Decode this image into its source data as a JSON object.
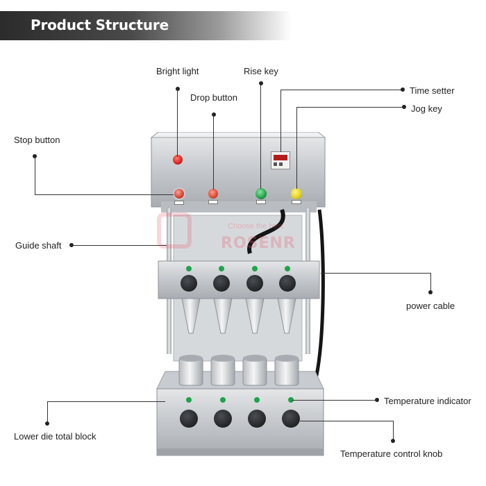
{
  "header": {
    "title": "Product Structure"
  },
  "labels": {
    "bright_light": "Bright light",
    "rise_key": "Rise key",
    "drop_button": "Drop button",
    "time_setter": "Time setter",
    "jog_key": "Jog key",
    "stop_button": "Stop button",
    "guide_shaft": "Guide shaft",
    "power_cable": "power cable",
    "temperature_indicator": "Temperature indicator",
    "lower_die_total_block": "Lower die total block",
    "temperature_control_knob": "Temperature control knob"
  },
  "watermark": {
    "text": "ROSENR",
    "subtext": "Choose the best"
  },
  "colors": {
    "banner_dark": "#2b2b2b",
    "steel": "#c9ccd0",
    "red_light": "#d8231f",
    "green_button": "#1fa34a",
    "yellow_button": "#e3d21a",
    "knob": "#1d1f22"
  }
}
